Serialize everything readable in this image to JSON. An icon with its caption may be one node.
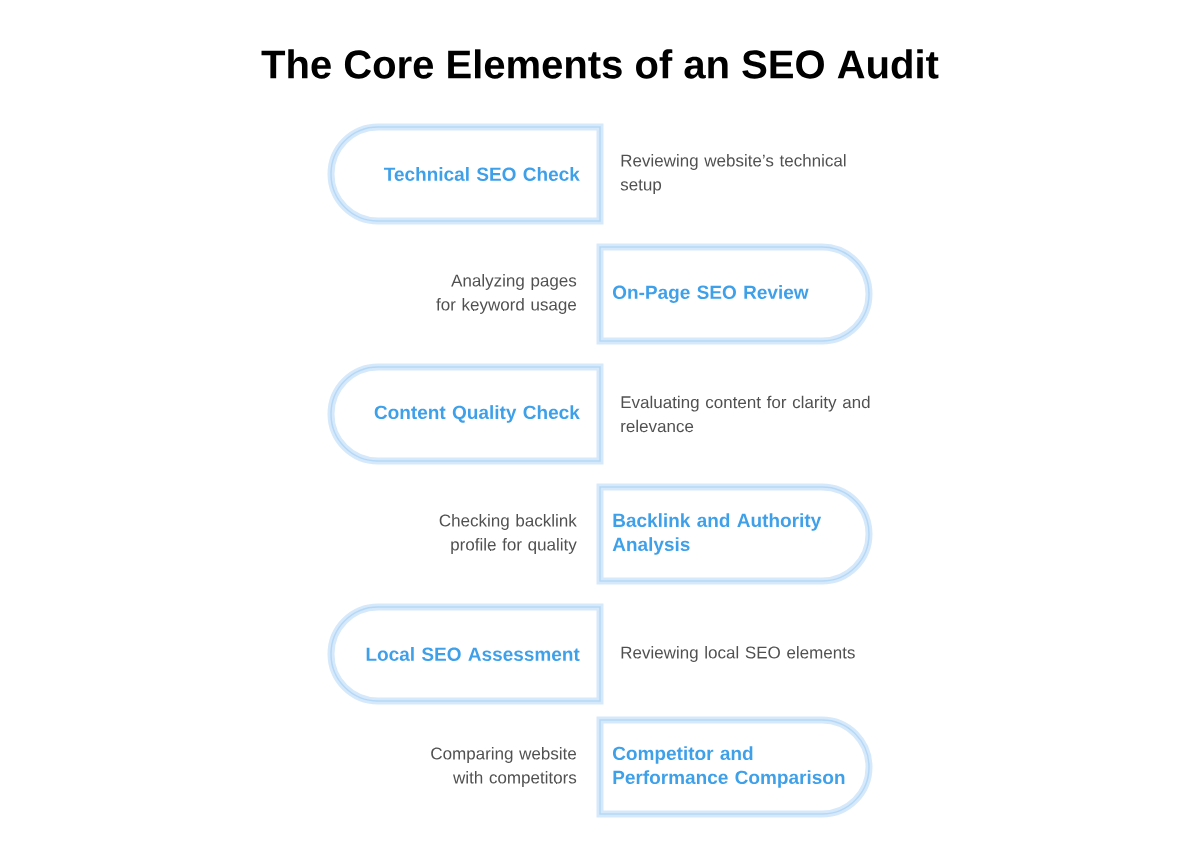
{
  "diagram": {
    "title": "The Core Elements of an SEO Audit",
    "nodes": [
      {
        "text": [
          "Technical SEO Check"
        ],
        "beside": [
          "Reviewing website’s technical setup"
        ]
      },
      {
        "text": [
          "On-Page SEO Review"
        ],
        "beside": [
          "Analyzing pages for keyword usage"
        ]
      },
      {
        "text": [
          "Content Quality Check"
        ],
        "beside": [
          "Evaluating content for clarity and relevance"
        ]
      },
      {
        "text": [
          "Backlink and Authority Analysis"
        ],
        "beside": [
          "Checking backlink profile for quality"
        ]
      },
      {
        "text": [
          "Local SEO Assessment"
        ],
        "beside": [
          "Reviewing local SEO elements"
        ]
      },
      {
        "text": [
          "Competitor and Performance Comparison"
        ],
        "beside": [
          "Comparing website with competitors"
        ]
      }
    ]
  }
}
